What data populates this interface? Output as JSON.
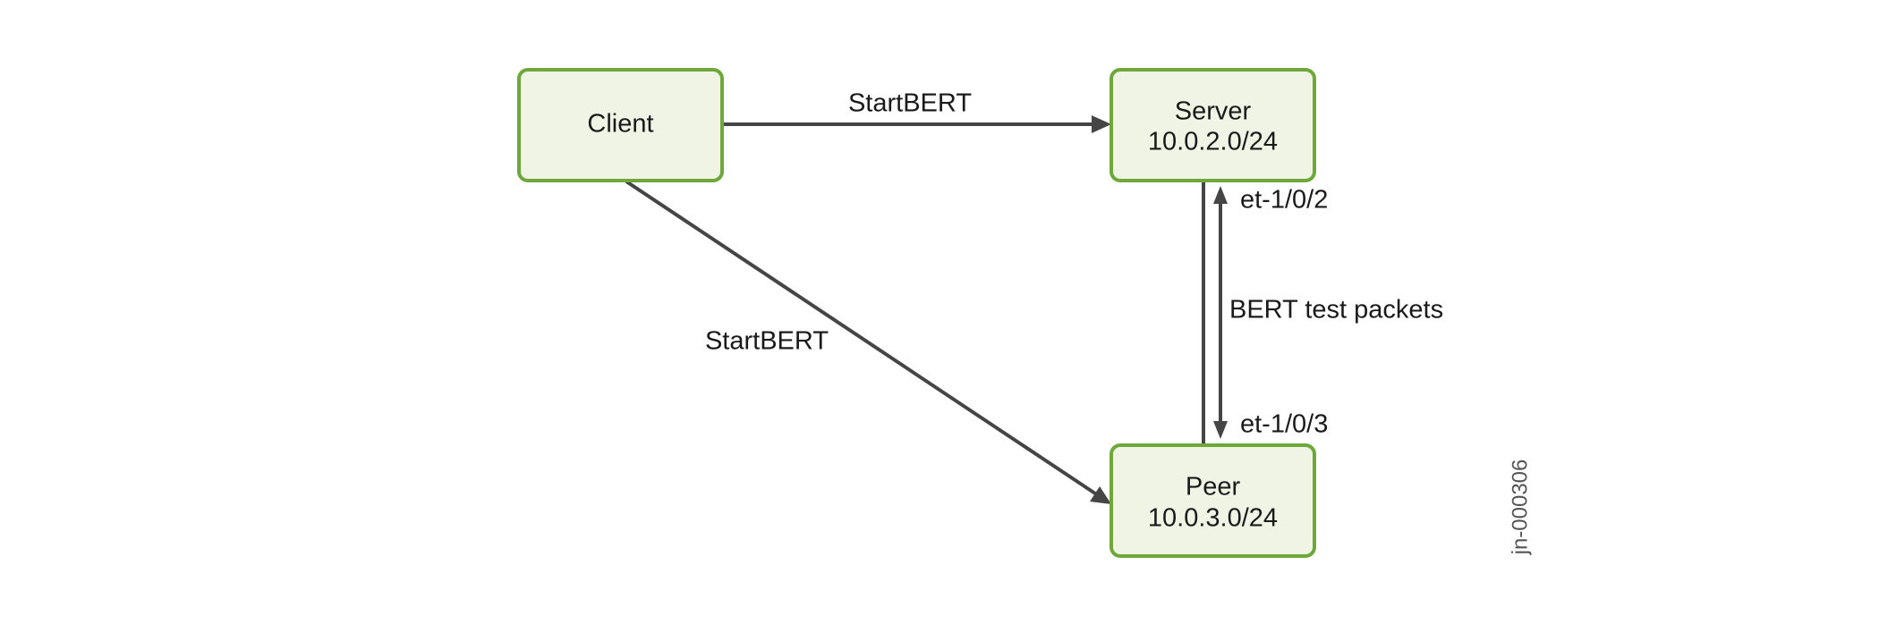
{
  "diagram": {
    "nodes": {
      "client": {
        "label": "Client"
      },
      "server": {
        "label": "Server",
        "subnet": "10.0.2.0/24"
      },
      "peer": {
        "label": "Peer",
        "subnet": "10.0.3.0/24"
      }
    },
    "edges": {
      "client_to_server": {
        "label": "StartBERT"
      },
      "client_to_peer": {
        "label": "StartBERT"
      },
      "server_peer_link": {
        "label": "BERT test packets",
        "server_interface": "et-1/0/2",
        "peer_interface": "et-1/0/3"
      }
    },
    "figure_id": "jn-000306",
    "colors": {
      "node_fill": "#eff4e4",
      "node_border": "#6ea83a",
      "edge": "#454545"
    }
  }
}
